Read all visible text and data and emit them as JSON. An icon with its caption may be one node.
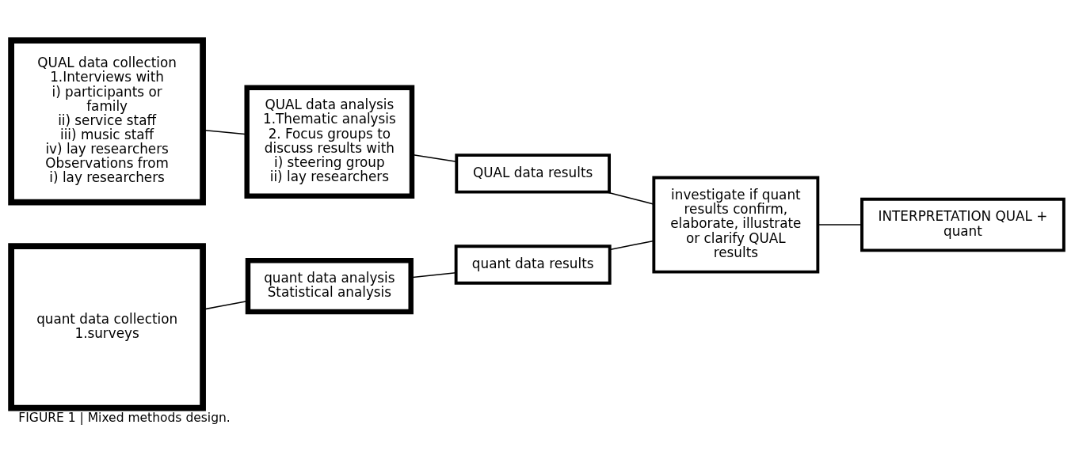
{
  "diagram": {
    "caption": "FIGURE 1 | Mixed methods design.",
    "nodes": [
      {
        "text": [
          "QUAL data collection",
          "1.Interviews with",
          "i) participants or family",
          "ii) service staff",
          "iii) music staff",
          "iv) lay researchers",
          "Observations from",
          "i) lay researchers"
        ]
      },
      {
        "text": [
          "QUAL data analysis",
          "1.Thematic analysis",
          "2. Focus groups to discuss results with",
          "i) steering group",
          "ii) lay researchers"
        ]
      },
      {
        "text": [
          "QUAL data results"
        ]
      },
      {
        "text": [
          "quant data collection",
          "1.surveys"
        ]
      },
      {
        "text": [
          "quant data analysis",
          "Statistical analysis"
        ]
      },
      {
        "text": [
          "quant data results"
        ]
      },
      {
        "text": [
          "investigate if quant results confirm, elaborate, illustrate or clarify QUAL results"
        ]
      },
      {
        "text": [
          "INTERPRETATION QUAL + quant"
        ]
      }
    ],
    "edges": [
      {
        "from": 0,
        "to": 1,
        "arrow": "none"
      },
      {
        "from": 1,
        "to": 2,
        "arrow": "none"
      },
      {
        "from": 2,
        "to": 6,
        "arrow": "none"
      },
      {
        "from": 3,
        "to": 4,
        "arrow": "none"
      },
      {
        "from": 4,
        "to": 5,
        "arrow": "none"
      },
      {
        "from": 5,
        "to": 6,
        "arrow": "none"
      },
      {
        "from": 6,
        "to": 7,
        "arrow": "none"
      }
    ]
  }
}
